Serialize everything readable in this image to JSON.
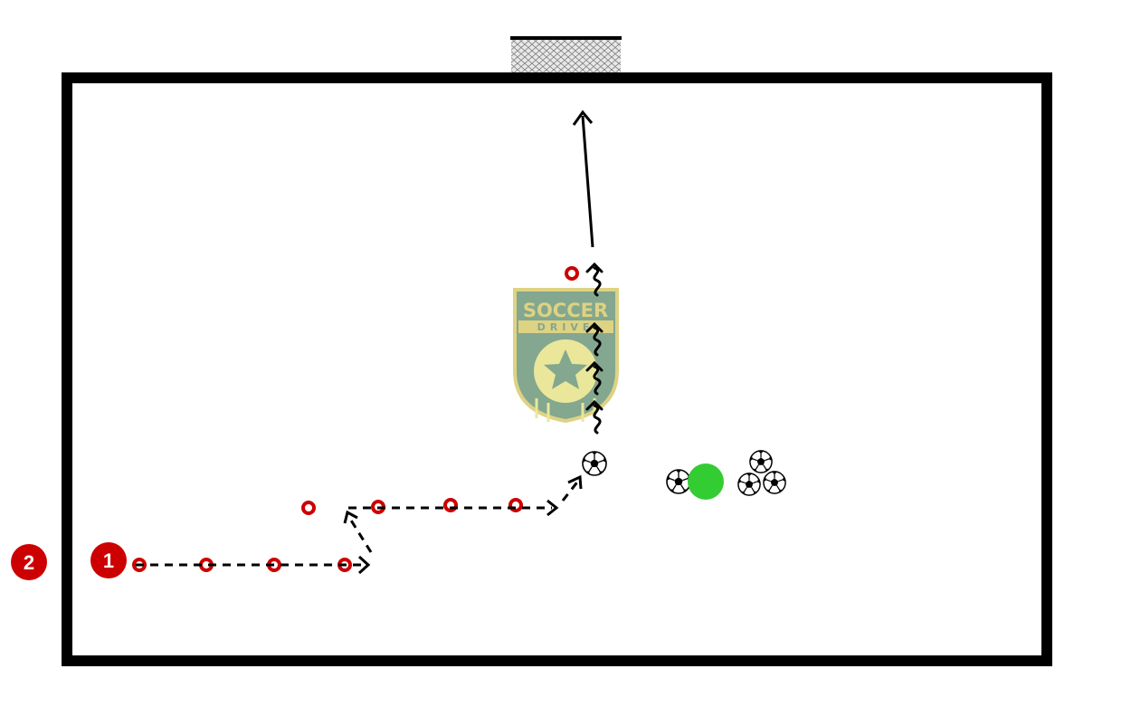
{
  "diagram": {
    "players": [
      {
        "label": "1",
        "role": "active-player",
        "color": "#cc0000"
      },
      {
        "label": "2",
        "role": "waiting-player",
        "color": "#cc0000"
      }
    ],
    "logo": {
      "line1": "SOCCER",
      "line2": "DRIVE"
    },
    "colors": {
      "field_line": "#000000",
      "cone": "#cc0000",
      "coach_marker": "#33cc33",
      "logo_gold": "#d4c45a",
      "logo_green": "#5a8a6a"
    },
    "icons": {
      "cone": "cone-icon",
      "ball": "soccer-ball-icon",
      "goal": "goal-net-icon",
      "coach": "coach-marker-icon"
    }
  }
}
